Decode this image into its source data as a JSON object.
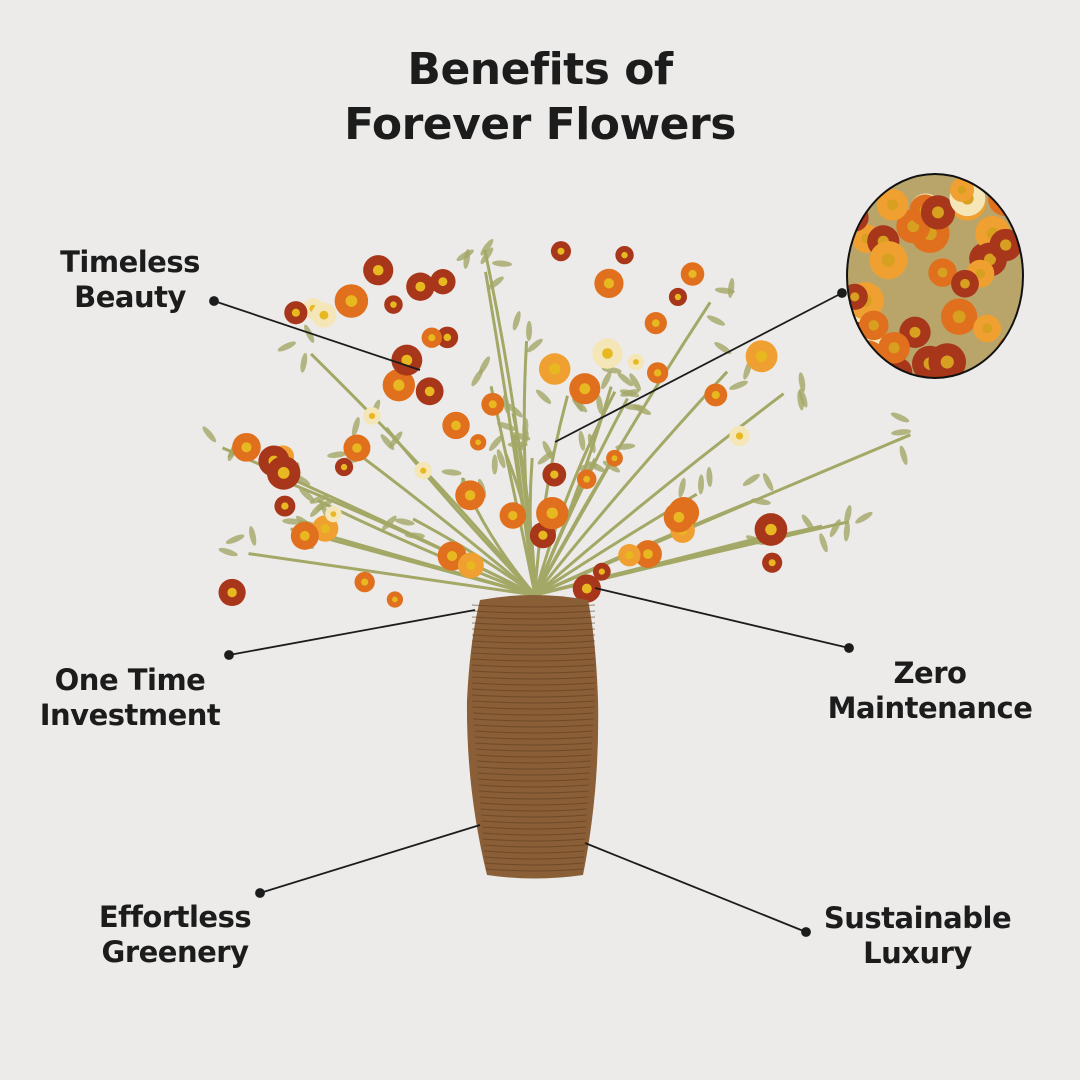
{
  "title": {
    "line1": "Benefits of",
    "line2": "Forever Flowers"
  },
  "benefits": [
    {
      "line1": "Timeless",
      "line2": "Beauty"
    },
    {
      "line1": "One Time",
      "line2": "Investment"
    },
    {
      "line1": "Effortless",
      "line2": "Greenery"
    },
    {
      "line1": "Zero",
      "line2": "Maintenance"
    },
    {
      "line1": "Sustainable",
      "line2": "Luxury"
    }
  ],
  "colors": {
    "background": "#ecebe9",
    "text": "#1c1c1c",
    "vase": "#8a5e36",
    "flower_orange": "#e0701e",
    "flower_rust": "#a8361a",
    "flower_cream": "#f5e6b8",
    "leaf": "#a4a866"
  }
}
